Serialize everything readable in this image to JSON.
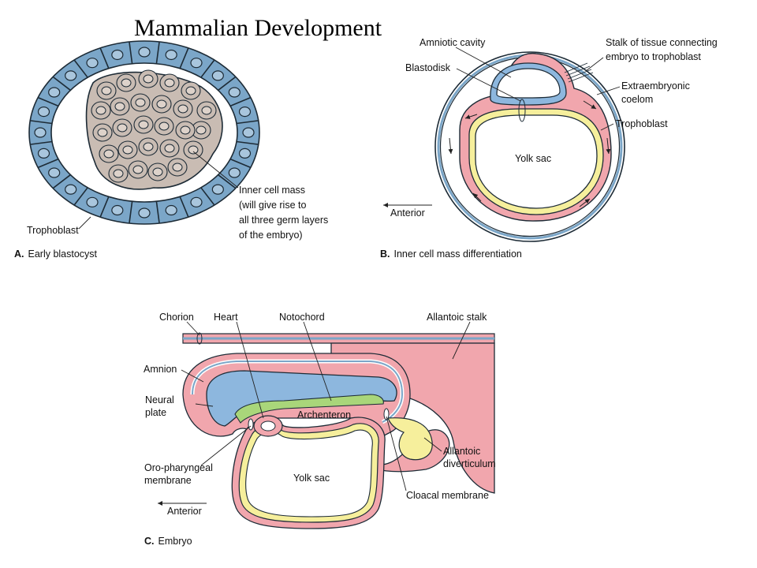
{
  "title": "Mammalian Development",
  "colors": {
    "trophoblast_fill": "#7ba6c8",
    "inner_cell_fill": "#c9bcb3",
    "ectoderm_blue": "#8db7de",
    "mesoderm_pink": "#f1a6ad",
    "endoderm_yellow": "#f6ef9c",
    "notochord_green": "#a9d67a",
    "outline": "#1d2b36"
  },
  "panel_a": {
    "caption_letter": "A.",
    "caption_text": "Early blastocyst",
    "labels": {
      "inner_cell_mass": [
        "Inner cell mass",
        "(will give rise to",
        "all three germ layers",
        "of the embryo)"
      ],
      "trophoblast": "Trophoblast"
    }
  },
  "panel_b": {
    "caption_letter": "B.",
    "caption_text": "Inner cell mass differentiation",
    "labels": {
      "amniotic_cavity": "Amniotic cavity",
      "blastodisk": "Blastodisk",
      "stalk": [
        "Stalk of tissue connecting",
        "embryo to trophoblast"
      ],
      "extraembryonic": [
        "Extraembryonic",
        "coelom"
      ],
      "trophoblast": "Trophoblast",
      "yolk_sac": "Yolk sac",
      "anterior": "Anterior"
    }
  },
  "panel_c": {
    "caption_letter": "C.",
    "caption_text": "Embryo",
    "labels": {
      "chorion": "Chorion",
      "heart": "Heart",
      "notochord": "Notochord",
      "allantoic_stalk": "Allantoic stalk",
      "amnion": "Amnion",
      "neural_plate": [
        "Neural",
        "plate"
      ],
      "archenteron": "Archenteron",
      "oro_pharyngeal": [
        "Oro-pharyngeal",
        "membrane"
      ],
      "yolk_sac": "Yolk sac",
      "allantoic_diverticulum": [
        "Allantoic",
        "diverticulum"
      ],
      "cloacal_membrane": "Cloacal membrane",
      "anterior": "Anterior"
    }
  }
}
